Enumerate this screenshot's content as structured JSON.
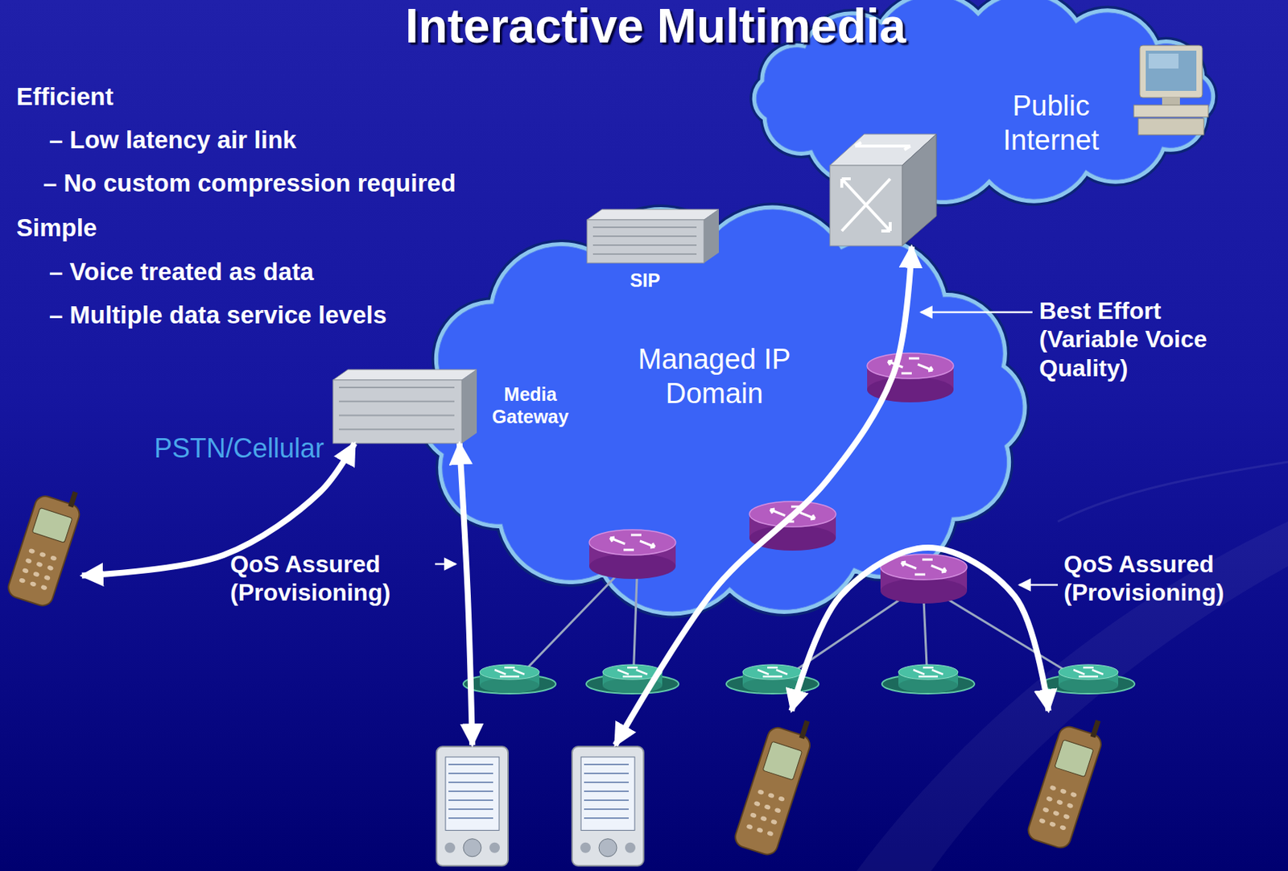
{
  "diagram": {
    "title": "Interactive Multimedia",
    "nodes": [
      {
        "text": [
          "Public Internet"
        ]
      },
      {
        "text": [
          "Managed IP Domain"
        ]
      },
      {
        "text": [
          "SIP"
        ],
        "in": 1
      },
      {
        "text": [
          "Media Gateway"
        ],
        "in": 1
      },
      {
        "text": [
          "PSTN/Cellular"
        ]
      },
      {
        "text": []
      },
      {
        "text": []
      },
      {
        "text": []
      },
      {
        "text": []
      }
    ],
    "edges": [
      {
        "from": 4,
        "to": 3,
        "arrow": "both"
      },
      {
        "from": 3,
        "to": 5,
        "arrow": "both"
      },
      {
        "from": 6,
        "to": 0,
        "arrow": "both"
      },
      {
        "from": 7,
        "to": 8,
        "arrow": "both"
      }
    ],
    "labels": [
      "Efficient",
      "– Low latency air link",
      "– No custom compression required",
      "Simple",
      "– Voice treated as data",
      "– Multiple data service levels",
      "Best Effort (Variable Voice Quality)",
      "QoS Assured (Provisioning)",
      "QoS Assured (Provisioning)"
    ]
  }
}
